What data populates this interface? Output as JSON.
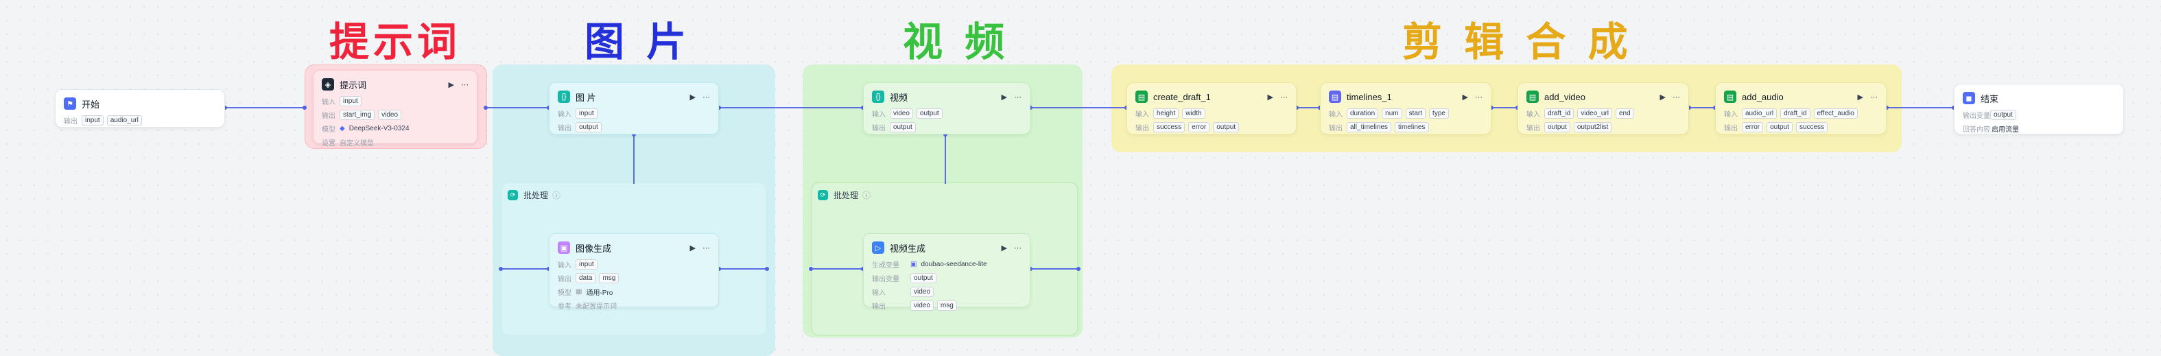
{
  "groups": [
    {
      "id": "prompt",
      "title": "提示词",
      "color": "#ef233c",
      "bg": "#fcd9dc"
    },
    {
      "id": "image",
      "title": "图 片",
      "color": "#2430d8",
      "bg": "#cfeff3"
    },
    {
      "id": "video",
      "title": "视 频",
      "color": "#38c23f",
      "bg": "#d4f3cf"
    },
    {
      "id": "edit",
      "title": "剪 辑 合 成",
      "color": "#e6a917",
      "bg": "#f7f2b4"
    }
  ],
  "labels": {
    "input": "输入",
    "output": "输出",
    "model": "模型",
    "batch": "批处理",
    "output_var": "输出变量",
    "generate_var": "生成变量"
  },
  "nodes": {
    "start": {
      "title": "开始",
      "icon": "flag-icon",
      "color": "#4f6df5",
      "inputs": [
        "input",
        "audio_url"
      ]
    },
    "prompt": {
      "title": "提示词",
      "icon": "llm-icon",
      "color": "#1f2937",
      "inputs": [
        "input"
      ],
      "outputs": [
        "start_img",
        "video"
      ],
      "model": "DeepSeek-V3-0324",
      "extra": "自定义模型"
    },
    "image_split": {
      "title": "图 片",
      "icon": "code-icon",
      "color": "#14b8a6",
      "inputs": [
        "input"
      ],
      "outputs": [
        "output"
      ]
    },
    "image_loop": {
      "title": "批处理",
      "icon": "loop-icon",
      "color": "#14b8a6"
    },
    "image_gen": {
      "title": "图像生成",
      "icon": "image-icon",
      "color": "#c084fc",
      "inputs": [
        "input"
      ],
      "outputs": [
        "data",
        "msg"
      ],
      "model": "通用-Pro",
      "extra": "未配置提示词"
    },
    "video_split": {
      "title": "视频",
      "icon": "code-icon",
      "color": "#14b8a6",
      "inputs": [
        "video",
        "output"
      ],
      "outputs": [
        "output"
      ]
    },
    "video_loop": {
      "title": "批处理",
      "icon": "loop-icon",
      "color": "#14b8a6"
    },
    "video_gen": {
      "title": "视频生成",
      "icon": "video-icon",
      "color": "#3b82f6",
      "plugin": "doubao-seedance-lite",
      "var": "output",
      "inputs": [
        "video"
      ],
      "outputs": [
        "video",
        "msg"
      ]
    },
    "draft": {
      "title": "create_draft_1",
      "icon": "plugin-icon",
      "color": "#16a34a",
      "inputs": [
        "height",
        "width"
      ],
      "outputs": [
        "success",
        "error",
        "output"
      ]
    },
    "timelines": {
      "title": "timelines_1",
      "icon": "plugin-icon",
      "color": "#6366f1",
      "inputs": [
        "duration",
        "num",
        "start",
        "type"
      ],
      "outputs": [
        "all_timelines",
        "timelines"
      ]
    },
    "add_video": {
      "title": "add_video",
      "icon": "plugin-icon",
      "color": "#16a34a",
      "inputs": [
        "draft_id",
        "video_url",
        "end"
      ],
      "outputs": [
        "output",
        "output2list"
      ]
    },
    "add_audio": {
      "title": "add_audio",
      "icon": "plugin-icon",
      "color": "#16a34a",
      "inputs": [
        "audio_url",
        "draft_id",
        "effect_audio"
      ],
      "outputs": [
        "error",
        "output",
        "success"
      ]
    },
    "end": {
      "title": "结束",
      "icon": "end-icon",
      "color": "#4f6df5",
      "inputs": [
        "output"
      ],
      "answer": "启用流量"
    }
  }
}
